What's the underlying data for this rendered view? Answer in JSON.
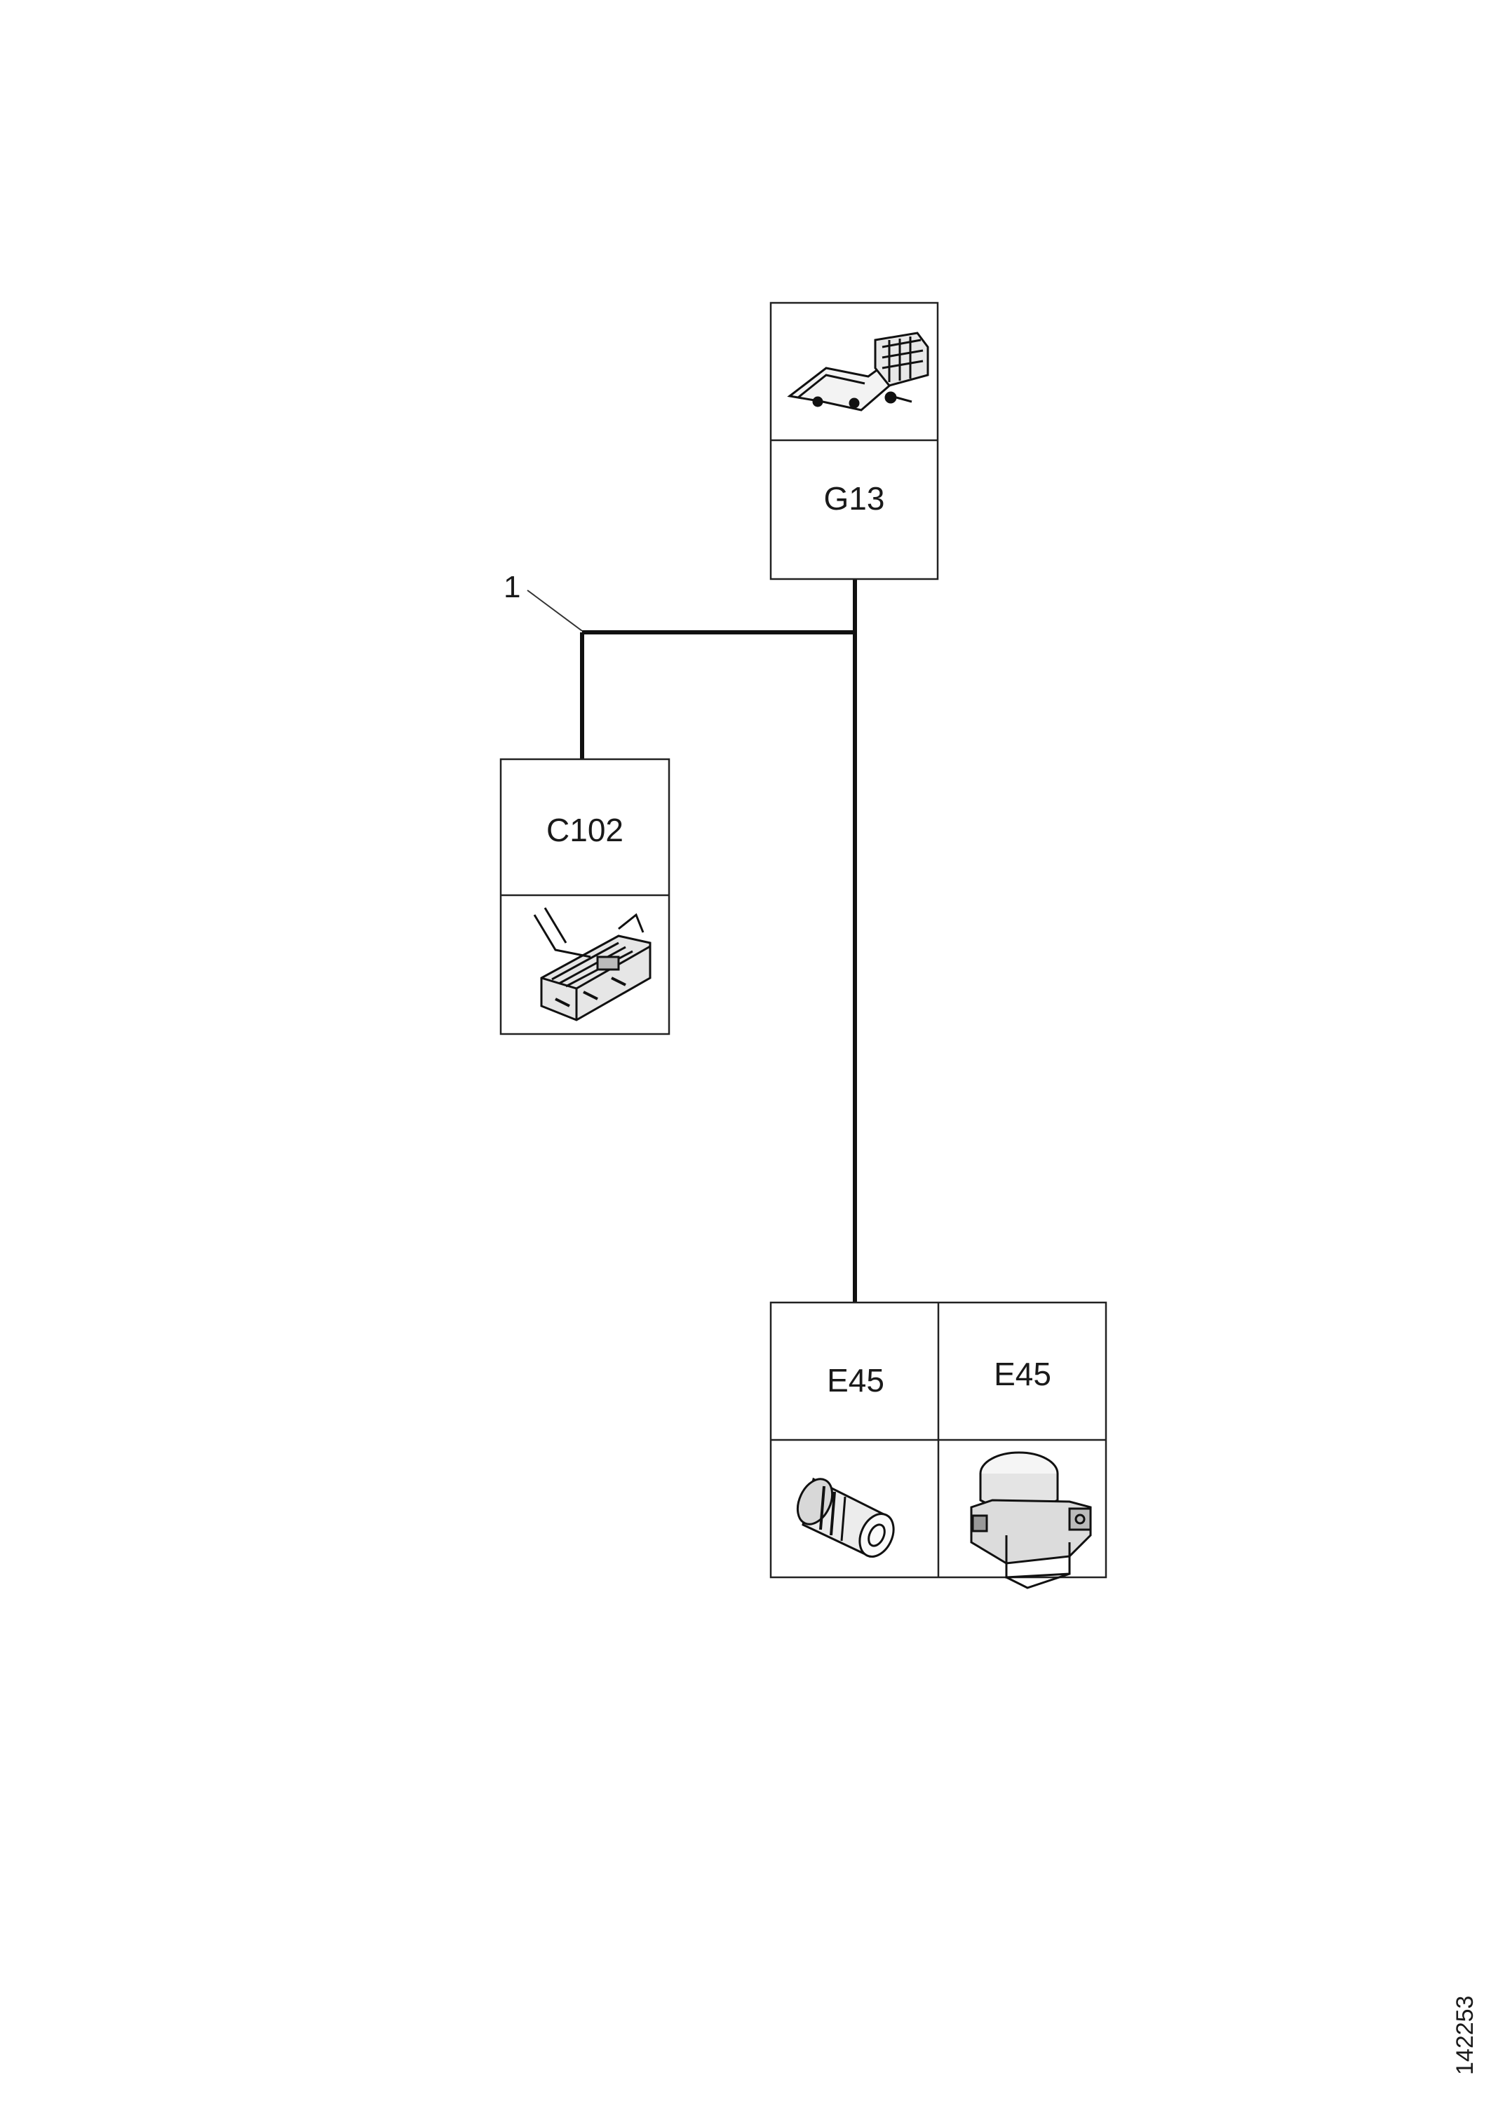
{
  "components": {
    "g13": {
      "label": "G13",
      "icon": "ground-point-icon"
    },
    "c102": {
      "label": "C102",
      "icon": "connector-icon"
    },
    "e45_left": {
      "label": "E45",
      "icon": "lamp-bulb-icon"
    },
    "e45_right": {
      "label": "E45",
      "icon": "lamp-holder-icon"
    }
  },
  "callout": {
    "number": "1"
  },
  "figure_number": "142253"
}
